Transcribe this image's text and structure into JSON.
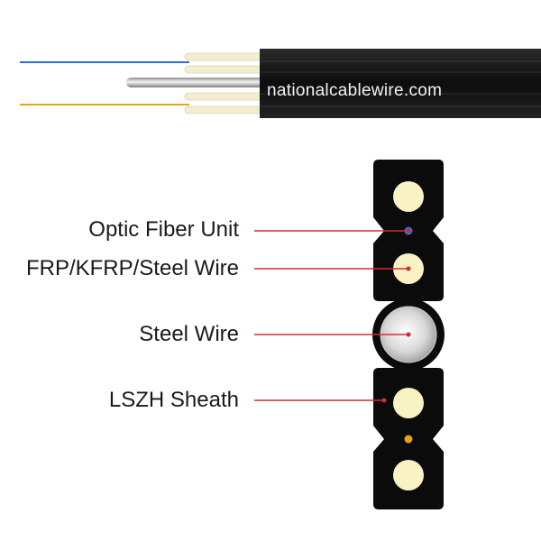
{
  "watermark": "nationalcablewire.com",
  "labels": {
    "optic_fiber_unit": "Optic Fiber Unit",
    "frp_wire": "FRP/KFRP/Steel Wire",
    "steel_wire": "Steel Wire",
    "lszh_sheath": "LSZH Sheath"
  },
  "colors": {
    "sheath": "#111111",
    "leader_line": "#d42a3a",
    "strength_member": "#f8f2c4",
    "fiber_blue": "#2f6fd6",
    "fiber_orange": "#e8a11a",
    "steel": "#c8c8c8"
  }
}
